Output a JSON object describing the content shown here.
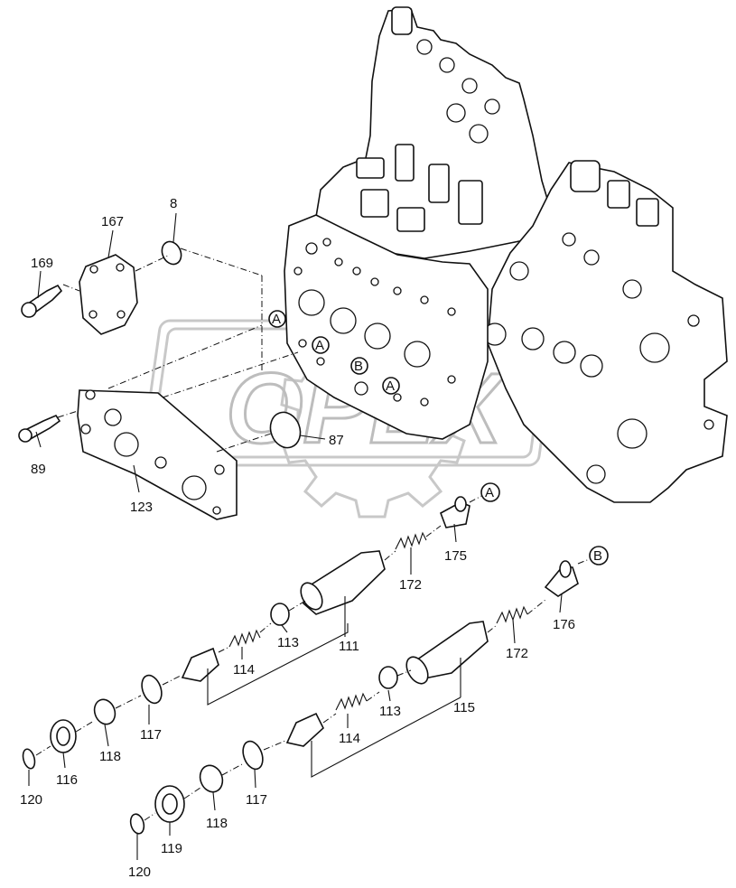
{
  "part_labels": {
    "l8": "8",
    "l167": "167",
    "l169": "169",
    "l89": "89",
    "l87": "87",
    "l123": "123",
    "l175": "175",
    "l172a": "172",
    "l111": "111",
    "l113a": "113",
    "l114a": "114",
    "l117a": "117",
    "l118a": "118",
    "l116": "116",
    "l120a": "120",
    "l176": "176",
    "l172b": "172",
    "l115": "115",
    "l113b": "113",
    "l114b": "114",
    "l117b": "117",
    "l118b": "118",
    "l119": "119",
    "l120b": "120"
  },
  "callouts": {
    "A1": "A",
    "A2": "A",
    "A3": "A",
    "A4": "A",
    "B1": "B",
    "B2": "B"
  },
  "watermark": "OPEX"
}
